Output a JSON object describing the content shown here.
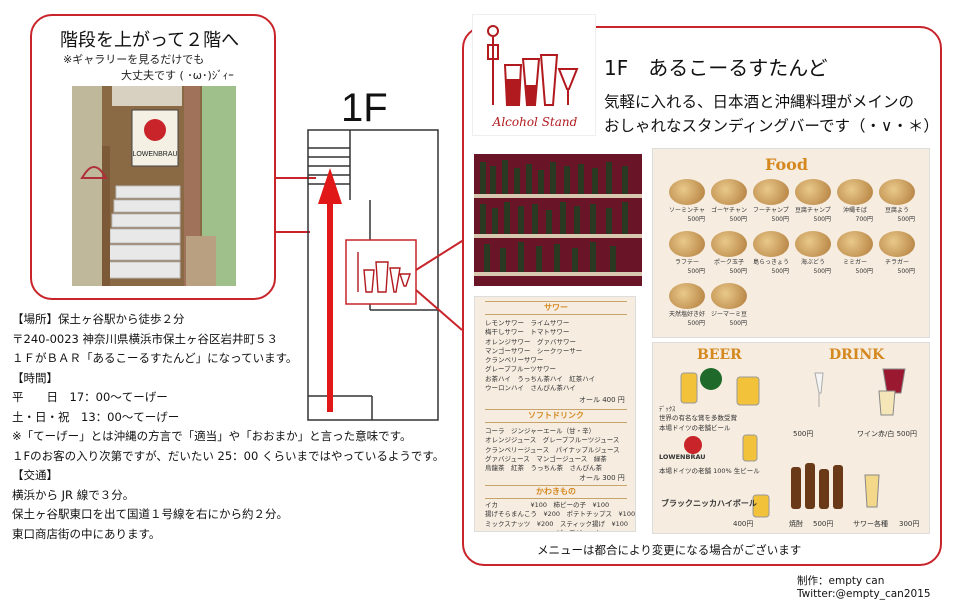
{
  "stairs": {
    "title": "階段を上がって２階へ",
    "note_line1": "※ギャラリーを見るだけでも",
    "note_line2": "大丈夫です ( ･ω･)ｼﾞｨｰ",
    "banner_text": "LOWENBRAU"
  },
  "floor": {
    "label": "1F"
  },
  "shop": {
    "title": "1F　あるこーるすたんど",
    "desc_line1": "気軽に入れる、日本酒と沖縄料理がメインの",
    "desc_line2": "おしゃれなスタンディングバーです（・∨・＊）",
    "logo_text": "Alcohol Stand"
  },
  "info": {
    "place_heading": "【場所】保土ヶ谷駅から徒歩２分",
    "address": "〒240-0023 神奈川県横浜市保土ヶ谷区岩井町５３",
    "bar_note": "１ＦがＢＡＲ「あるこーるすたんど」になっています。",
    "hours_heading": "【時間】",
    "weekday": "平　　日　17：00～てーげー",
    "weekend": "土・日・祝　13：00～てーげー",
    "teege_note": "※「てーげー」とは沖縄の方言で「適当」や「おおまか」と言った意味です。",
    "close_note": "１Fのお客の入り次第ですが、だいたい 25：00 くらいまではやっているようです。",
    "access_heading": "【交通】",
    "access1": "横浜から JR 線で３分。",
    "access2": "保土ヶ谷駅東口を出て国道１号線を右にから約２分。",
    "access3": "東口商店街の中にあります。"
  },
  "drinks_menu": {
    "sour_heading": "サワー",
    "sour_items": "レモンサワー　ライムサワー\n梅干しサワー　トマトサワー\nオレンジサワー　グァバサワー\nマンゴーサワー　シークヮーサー\nクランベリーサワー\nグレープフルーツサワー\nお茶ハイ　うっちん茶ハイ　紅茶ハイ\nウーロンハイ　さんぴん茶ハイ",
    "sour_price": "オール 400 円",
    "soft_heading": "ソフトドリンク",
    "soft_items": "コーラ　ジンジャーエール（甘・辛）\nオレンジジュース　グレープフルーツジュース\nクランベリージュース　パイナップルジュース\nグァバジュース　マンゴージュース　緑茶\n烏龍茶　紅茶　うっちん茶　さんぴん茶",
    "soft_price": "オール 300 円",
    "snack_heading": "かわきもの",
    "snack_items": "イカ　　　　　¥100　柿ピーの子　¥100\n揚げそらまんこう　¥200　ポテトチップス　¥100\nミックスナッツ　¥200　スティック揚げ　¥100\n　　　　　　　　　　　ビーフジャーキー"
  },
  "food_menu": {
    "title": "Food",
    "items": [
      {
        "name": "ソーミンチャンプルー",
        "price": "500円"
      },
      {
        "name": "ゴーヤチャンプルー",
        "price": "500円"
      },
      {
        "name": "フーチャンプルー",
        "price": "500円"
      },
      {
        "name": "豆腐チャンプルー",
        "price": "500円"
      },
      {
        "name": "沖縄そば",
        "price": "700円"
      },
      {
        "name": "豆腐よう",
        "price": "500円"
      },
      {
        "name": "ラフテー",
        "price": "500円"
      },
      {
        "name": "ポーク玉子",
        "price": "500円"
      },
      {
        "name": "島らっきょう",
        "price": "500円"
      },
      {
        "name": "海ぶどう",
        "price": "500円"
      },
      {
        "name": "ミミガー",
        "price": "500円"
      },
      {
        "name": "チラガー",
        "price": "500円"
      },
      {
        "name": "天然塩好き好く",
        "price": "500円"
      },
      {
        "name": "ジーマーミ豆腐",
        "price": "500円"
      }
    ]
  },
  "beer_menu": {
    "beer_title": "BEER",
    "drink_title": "DRINK",
    "beer_notes": "ﾃﾞｯｸｽ\n世界の有名な賞を多数受賞\n本場ドイツの老舗ビール",
    "lowenbrau": "LOWENBRAU",
    "lowen_note": "本場ドイツの老舗 100% 生ビール",
    "highball": "ブラックニッカハイボール",
    "highball_price": "400円",
    "wine_price": "ワイン赤/白 500円",
    "shochu_label": "焼酎",
    "shochu_price": "500円",
    "sour_label": "サワー各種",
    "sour_price": "300円",
    "glass_price": "500円"
  },
  "footer": {
    "menu_note": "メニューは都合により変更になる場合がございます",
    "credit_line1": "制作：empty can",
    "credit_line2": "Twitter:@empty_can2015"
  },
  "colors": {
    "accent_red": "#c8242a",
    "menu_orange": "#d4881e",
    "menu_bg": "#f6ece0"
  }
}
